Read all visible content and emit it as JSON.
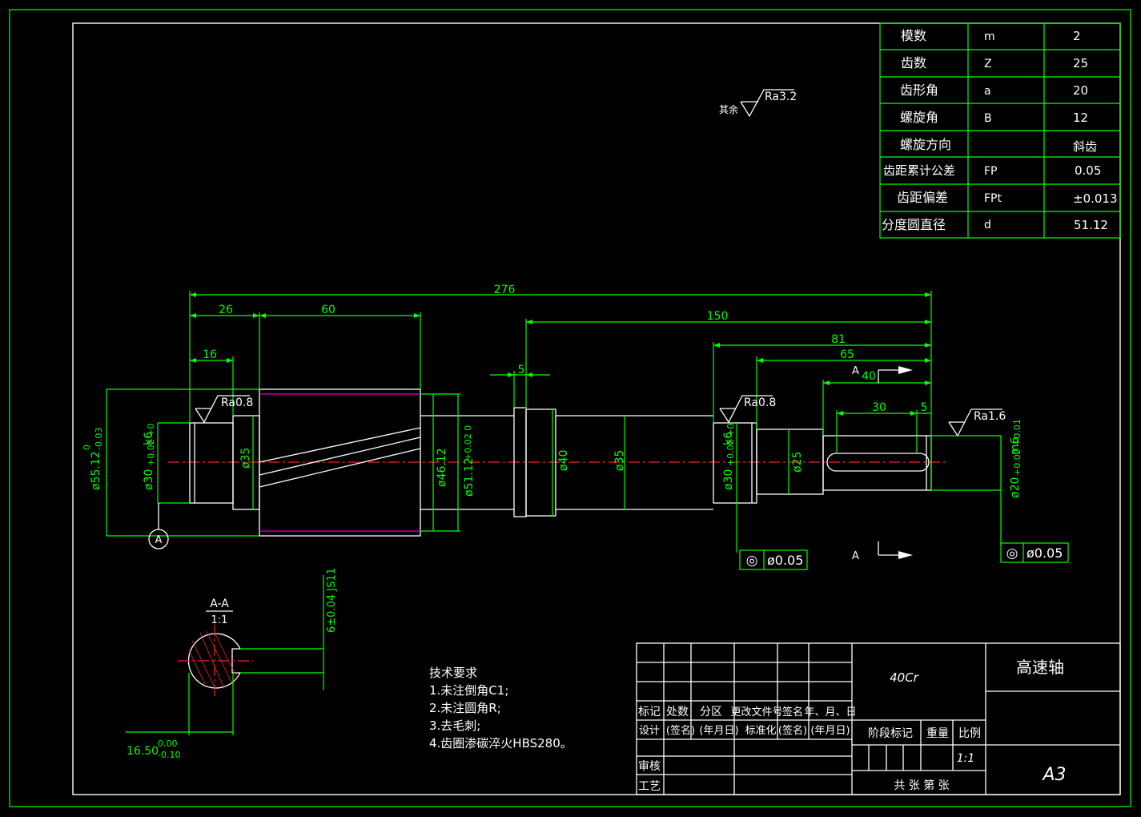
{
  "title_block": {
    "part_name": "高速轴",
    "material": "40Cr",
    "sheet_size": "A3",
    "scale": "1:1",
    "headers_row": [
      "标记",
      "处数",
      "分区",
      "更改文件号",
      "签名",
      "年、月、日"
    ],
    "design_row": [
      "设计",
      "(签名)",
      "(年月日)",
      "标准化",
      "(签名)",
      "(年月日)"
    ],
    "review_label": "审核",
    "process_label": "工艺",
    "stage_mark_label": "阶段标记",
    "weight_label": "重量",
    "scale_label": "比例",
    "sheet_count": "共 张 第 张"
  },
  "gear_table": [
    {
      "name": "模数",
      "symbol": "m",
      "value": "2"
    },
    {
      "name": "齿数",
      "symbol": "Z",
      "value": "25"
    },
    {
      "name": "齿形角",
      "symbol": "a",
      "value": "20"
    },
    {
      "name": "螺旋角",
      "symbol": "B",
      "value": "12"
    },
    {
      "name": "螺旋方向",
      "symbol": "",
      "value": "斜齿"
    },
    {
      "name": "齿距累计公差",
      "symbol": "FP",
      "value": "0.05"
    },
    {
      "name": "齿距偏差",
      "symbol": "FPt",
      "value": "±0.013"
    },
    {
      "name": "分度圆直径",
      "symbol": "d",
      "value": "51.12"
    }
  ],
  "roughness": {
    "rest_label": "其余",
    "rest_value": "Ra3.2",
    "left": "Ra0.8",
    "mid": "Ra0.8",
    "right": "Ra1.6"
  },
  "dimensions": {
    "overall": "276",
    "d26": "26",
    "d60": "60",
    "d16": "16",
    "d150": "150",
    "d5a": "5",
    "d81": "81",
    "d65": "65",
    "d40": "40",
    "d30": "30",
    "d5b": "5"
  },
  "diameters": {
    "outer": "ø55.12",
    "outer_tol_up": "0",
    "outer_tol_dn": "-0.03",
    "left_bearing": "ø30",
    "left_bearing_tol": "+0.02 +0",
    "left_bearing_fit": "k6",
    "d35_left": "ø35",
    "d46": "ø46.12",
    "d51": "ø51.12",
    "d51_tol": "+0.02 0",
    "d40": "ø40",
    "d35_mid": "ø35",
    "right_bearing": "ø30",
    "right_bearing_tol": "+0.02 +0",
    "right_bearing_fit": "k6",
    "d25": "ø25",
    "end": "ø20",
    "end_tol": "+0.02 +0.01",
    "end_fit": "m6"
  },
  "datum": {
    "label": "A"
  },
  "tolerance_frames": [
    {
      "symbol": "◎",
      "value": "ø0.05"
    },
    {
      "symbol": "◎",
      "value": "ø0.05"
    }
  ],
  "section": {
    "label": "A-A",
    "scale": "1:1",
    "width_dim": "6±0.04 JS11",
    "depth_dim": "16.50",
    "depth_tol_up": "0.00",
    "depth_tol_dn": "-0.10",
    "view_label": "A"
  },
  "tech_requirements": {
    "heading": "技术要求",
    "items": [
      "1.未注倒角C1;",
      "2.未注圆角R;",
      "3.去毛刺;",
      "4.齿圈渗碳淬火HBS280。"
    ]
  },
  "colors": {
    "line": "#ffffff",
    "dimension": "#00ff00",
    "center": "#ff2020",
    "thread": "#ff00ff",
    "background": "#000000"
  }
}
